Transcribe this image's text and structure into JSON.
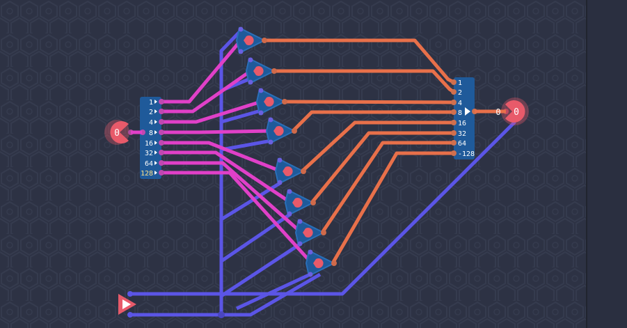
{
  "colors": {
    "background": "#2d3244",
    "hex_pattern": "#353b4e",
    "wire_pink": "#e040c8",
    "wire_orange": "#e8704a",
    "wire_blue": "#5b55e6",
    "component_blue": "#1f5a9a",
    "io_red": "#e85a6a"
  },
  "input_pin": {
    "value": "0",
    "icon": "input-pin-icon"
  },
  "output_pin": {
    "value": "0",
    "icon": "output-pin-icon"
  },
  "output_display": {
    "value": "0"
  },
  "splitter": {
    "icon": "byte-splitter-icon",
    "labels": [
      "1",
      "2",
      "4",
      "8",
      "16",
      "32",
      "64",
      "128"
    ]
  },
  "maker": {
    "icon": "byte-maker-icon",
    "labels": [
      "1",
      "2",
      "4",
      "8",
      "16",
      "32",
      "64",
      "-128"
    ]
  },
  "gates": {
    "icon": "not-gate-icon",
    "count": 8
  },
  "clock": {
    "icon": "signal-source-icon"
  }
}
